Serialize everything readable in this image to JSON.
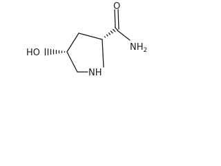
{
  "molecule": {
    "atoms": {
      "hydroxyl": "HO",
      "ring_nitrogen": "NH",
      "carbonyl_oxygen": "O",
      "amide_nitrogen": "NH",
      "amide_nitrogen_subscript": "2"
    }
  }
}
